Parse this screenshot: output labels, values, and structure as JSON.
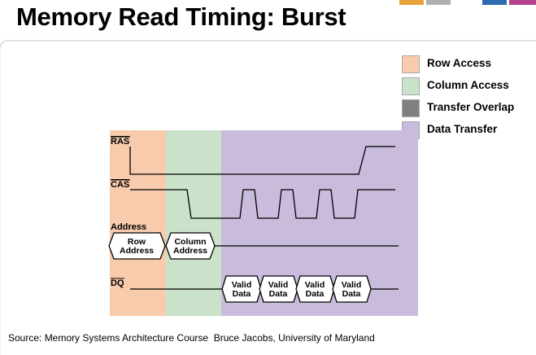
{
  "slide": {
    "title": "Memory Read Timing: Burst",
    "source": "Source: Memory Systems Architecture Course  Bruce Jacobs, University of Maryland"
  },
  "colors": {
    "row_access": "#f8cbad",
    "column_access": "#c9e2c9",
    "transfer_overlap": "#808080",
    "data_transfer": "#c8bbdc",
    "accent_orange": "#e8a33a",
    "accent_blue": "#2d6bb1",
    "accent_purple": "#b4428c",
    "frame_line": "#cfcfcf"
  },
  "legend": {
    "items": [
      {
        "label": "Row Access",
        "color": "#f8cbad"
      },
      {
        "label": "Column Access",
        "color": "#c9e2c9"
      },
      {
        "label": "Transfer Overlap",
        "color": "#808080"
      },
      {
        "label": "Data Transfer",
        "color": "#c8bbdc"
      }
    ]
  },
  "diagram": {
    "phases": [
      "Row Access",
      "Column Access",
      "Data Transfer"
    ],
    "signals": {
      "ras": "RAS",
      "cas": "CAS",
      "address": "Address",
      "dq": "DQ"
    },
    "address_boxes": [
      {
        "line1": "Row",
        "line2": "Address"
      },
      {
        "line1": "Column",
        "line2": "Address"
      }
    ],
    "data_boxes": [
      {
        "line1": "Valid",
        "line2": "Data"
      },
      {
        "line1": "Valid",
        "line2": "Data"
      },
      {
        "line1": "Valid",
        "line2": "Data"
      },
      {
        "line1": "Valid",
        "line2": "Data"
      }
    ],
    "cas_pulses": 3
  }
}
